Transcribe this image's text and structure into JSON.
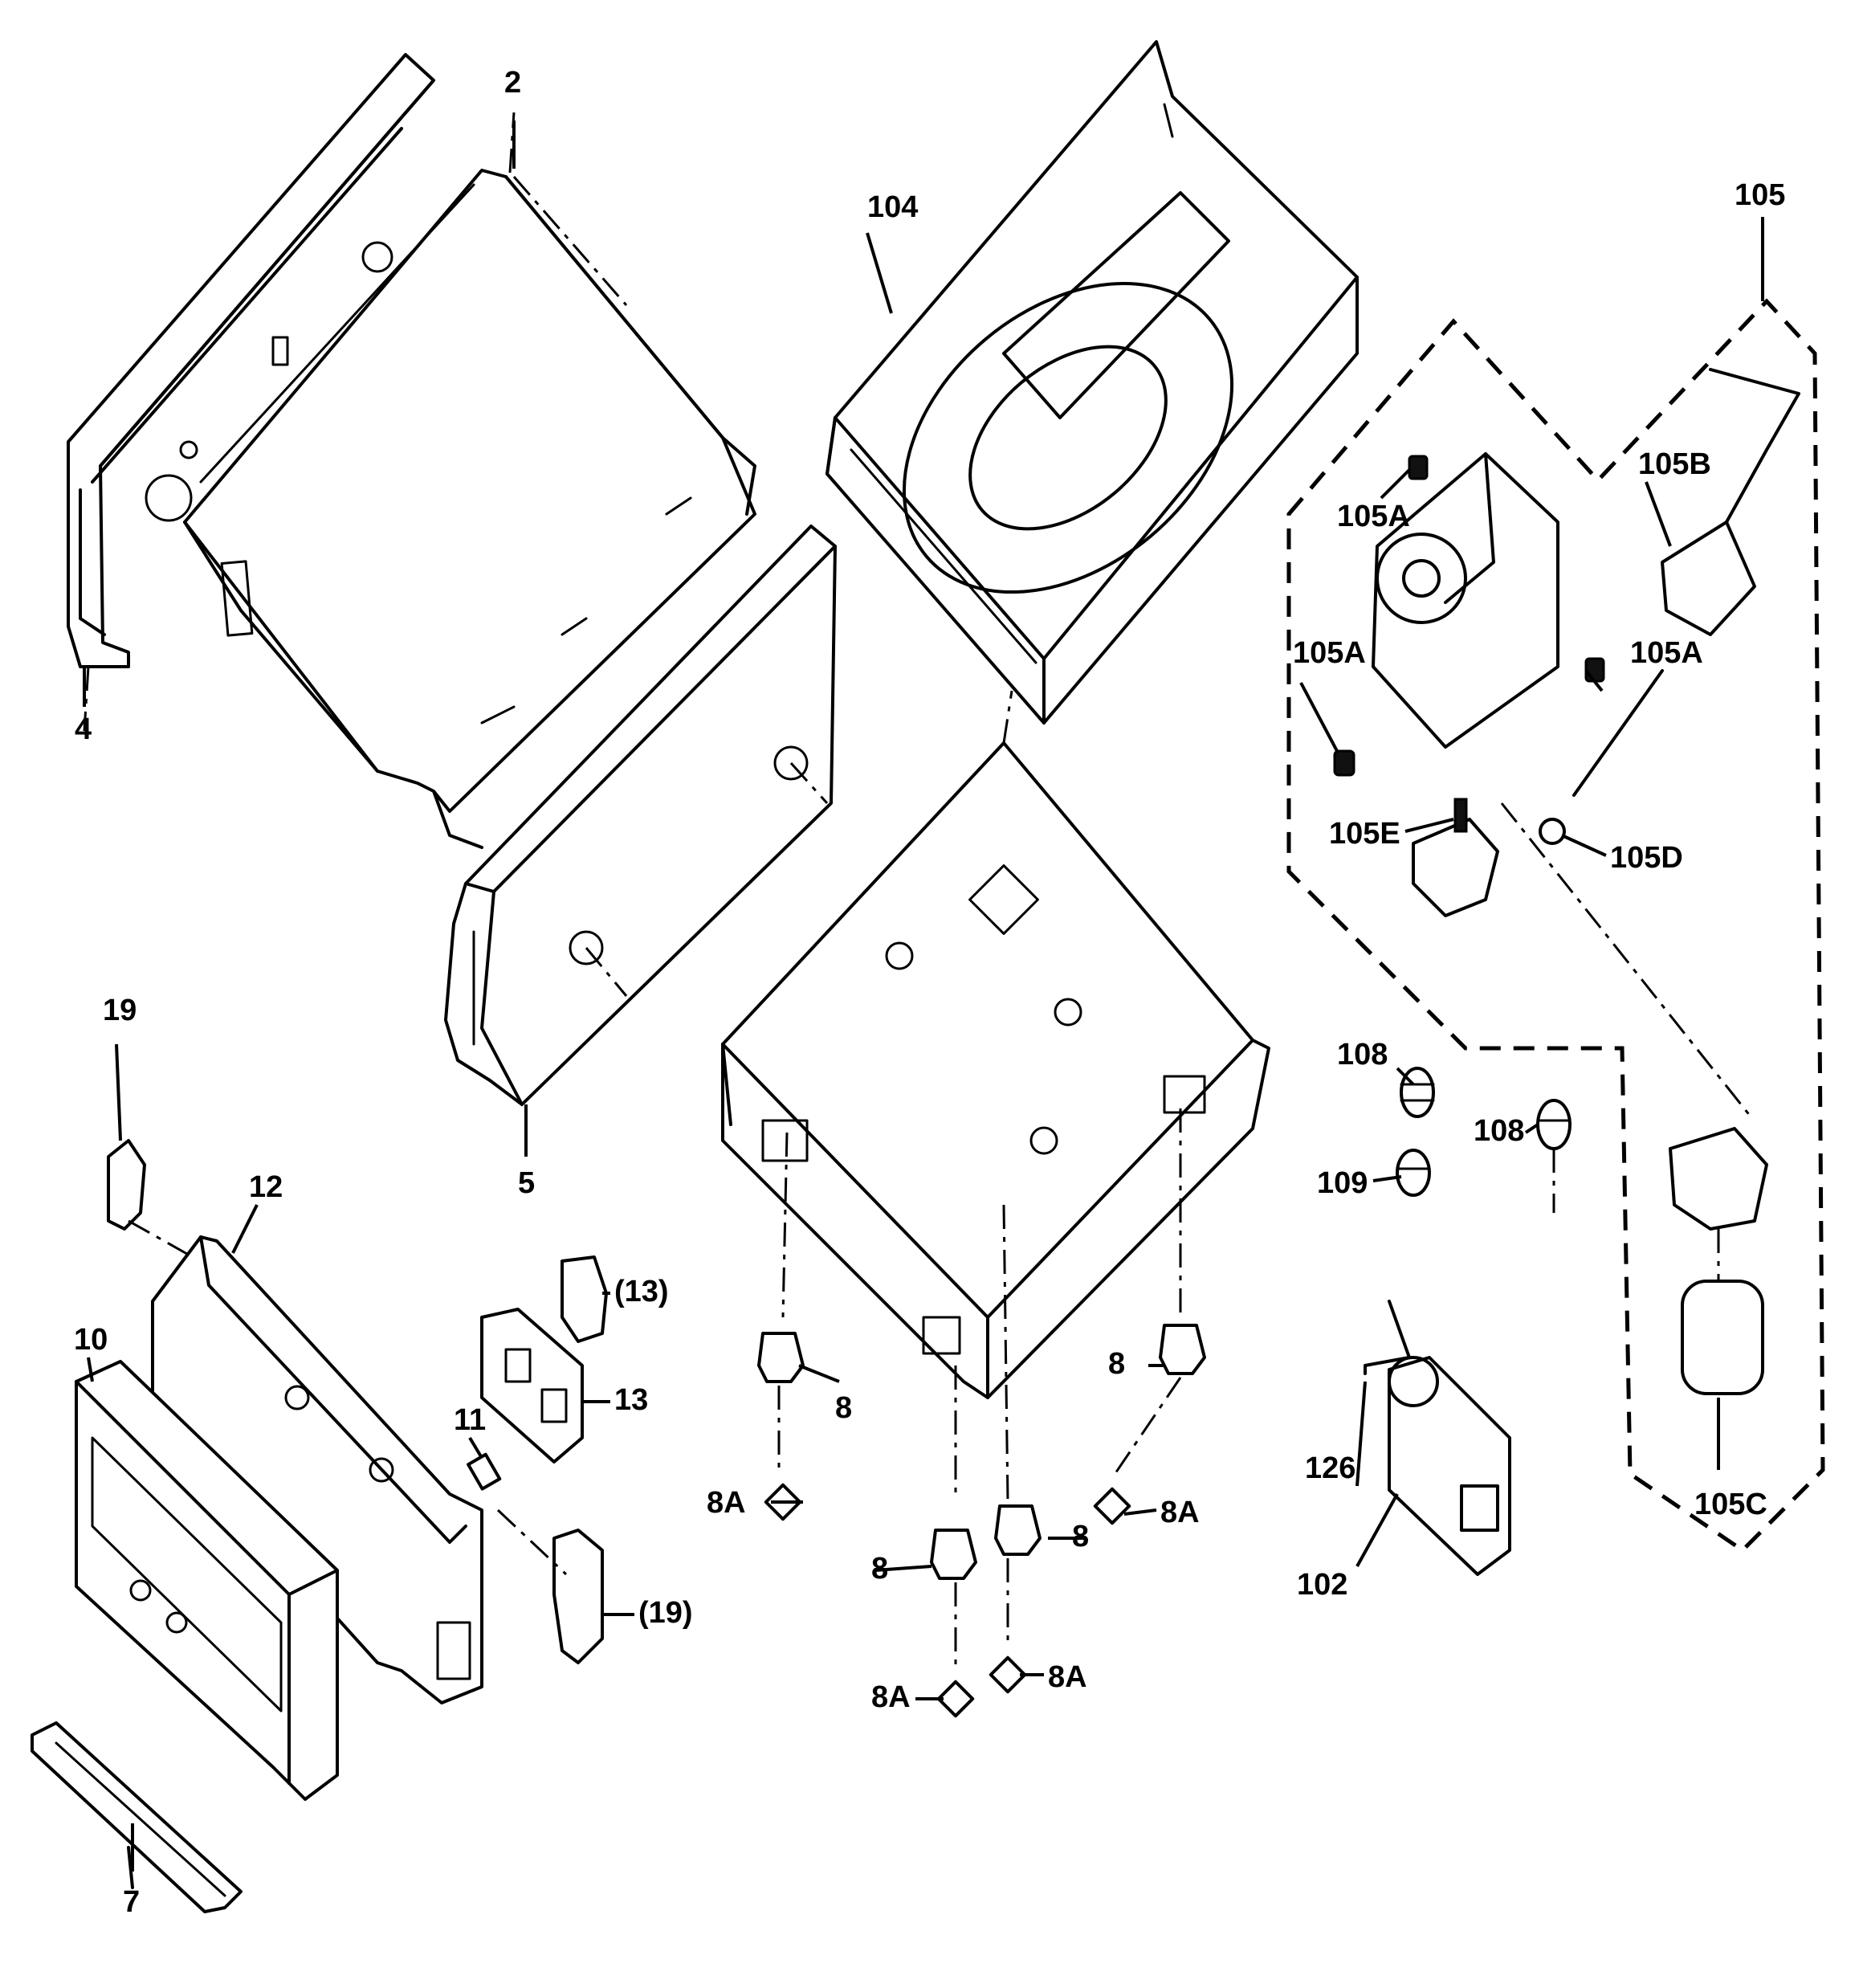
{
  "figure": {
    "type": "exploded parts diagram",
    "colors": {
      "line": "#000000",
      "background": "#ffffff"
    }
  },
  "callouts": {
    "c2": "2",
    "c4": "4",
    "c5": "5",
    "c7": "7",
    "c8_a": "8",
    "c8_b": "8",
    "c8_c": "8",
    "c8_d": "8",
    "c8a_a": "8A",
    "c8a_b": "8A",
    "c8a_c": "8A",
    "c8a_d": "8A",
    "c10": "10",
    "c11": "11",
    "c12": "12",
    "c13": "13",
    "c13p": "(13)",
    "c19": "19",
    "c19p": "(19)",
    "c102": "102",
    "c104": "104",
    "c105": "105",
    "c105a_a": "105A",
    "c105a_b": "105A",
    "c105a_c": "105A",
    "c105b": "105B",
    "c105c": "105C",
    "c105d": "105D",
    "c105e": "105E",
    "c108_a": "108",
    "c108_b": "108",
    "c109": "109",
    "c126": "126"
  }
}
